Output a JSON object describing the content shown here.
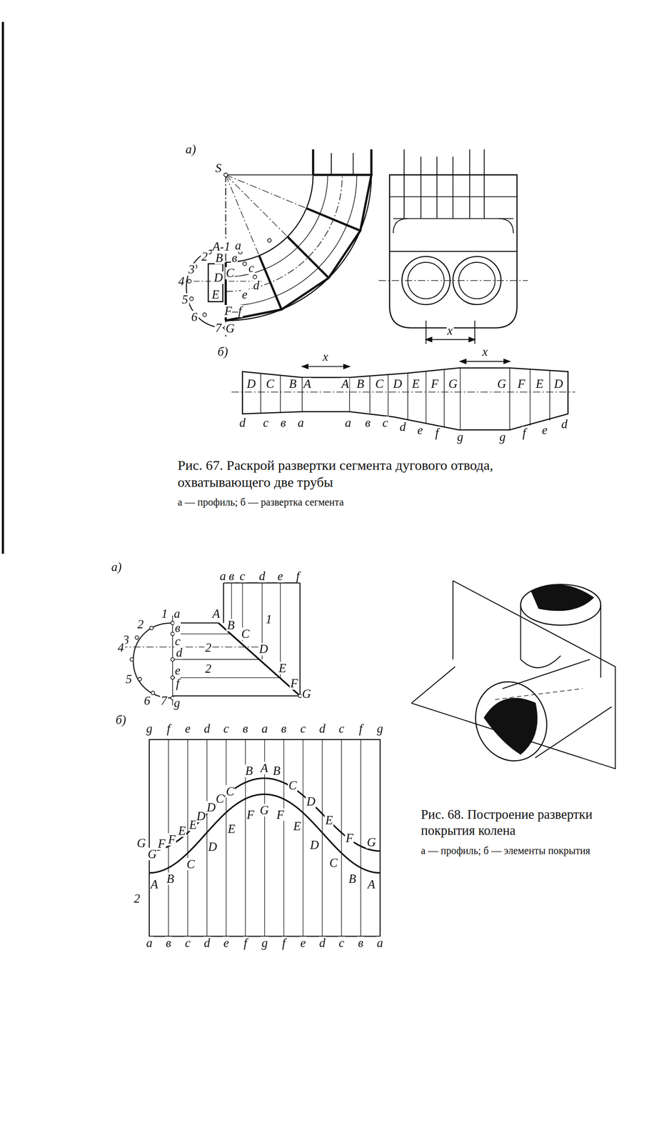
{
  "diagram": {
    "labels": [
      "а)",
      "S",
      "A",
      "1",
      "a",
      "2",
      "B",
      "в",
      "3",
      "C",
      "c",
      "4",
      "D",
      "d",
      "5",
      "E",
      "e",
      "6",
      "F–f",
      "7",
      "G",
      "x",
      "б)",
      "D",
      "C",
      "B",
      "A",
      "A",
      "B",
      "C",
      "D",
      "E",
      "F",
      "G",
      "G",
      "F",
      "E",
      "D",
      "x",
      "x",
      "d",
      "c",
      "в",
      "a",
      "a",
      "в",
      "c",
      "d",
      "e",
      "f",
      "g",
      "g",
      "f",
      "e",
      "d",
      "Рис. 67. Раскрой развертки сегмента дугового отвода, охватывающего две трубы",
      "а — профиль; б — развертка сегмента",
      "а)",
      "a",
      "в",
      "c",
      "d",
      "e",
      "f",
      "1",
      "a",
      "A",
      "B",
      "1",
      "2",
      "в",
      "C",
      "3",
      "c",
      "d",
      "2",
      "D",
      "4",
      "2",
      "e",
      "E",
      "5",
      "f",
      "F",
      "6",
      "7",
      "g",
      "G",
      "б)",
      "g",
      "f",
      "e",
      "d",
      "c",
      "в",
      "a",
      "в",
      "c",
      "d",
      "c",
      "f",
      "g",
      "G",
      "G",
      "F",
      "F",
      "E",
      "E",
      "D",
      "D",
      "C",
      "C",
      "B",
      "A",
      "B",
      "C",
      "D",
      "E",
      "F",
      "G",
      "A",
      "B",
      "C",
      "D",
      "E",
      "F",
      "G",
      "F",
      "E",
      "D",
      "C",
      "B",
      "A",
      "2",
      "a",
      "в",
      "c",
      "d",
      "e",
      "f",
      "g",
      "f",
      "e",
      "d",
      "c",
      "в",
      "a",
      "Рис. 68. Построение развертки покрытия колена",
      "а — профиль; б — элементы покрытия"
    ]
  }
}
